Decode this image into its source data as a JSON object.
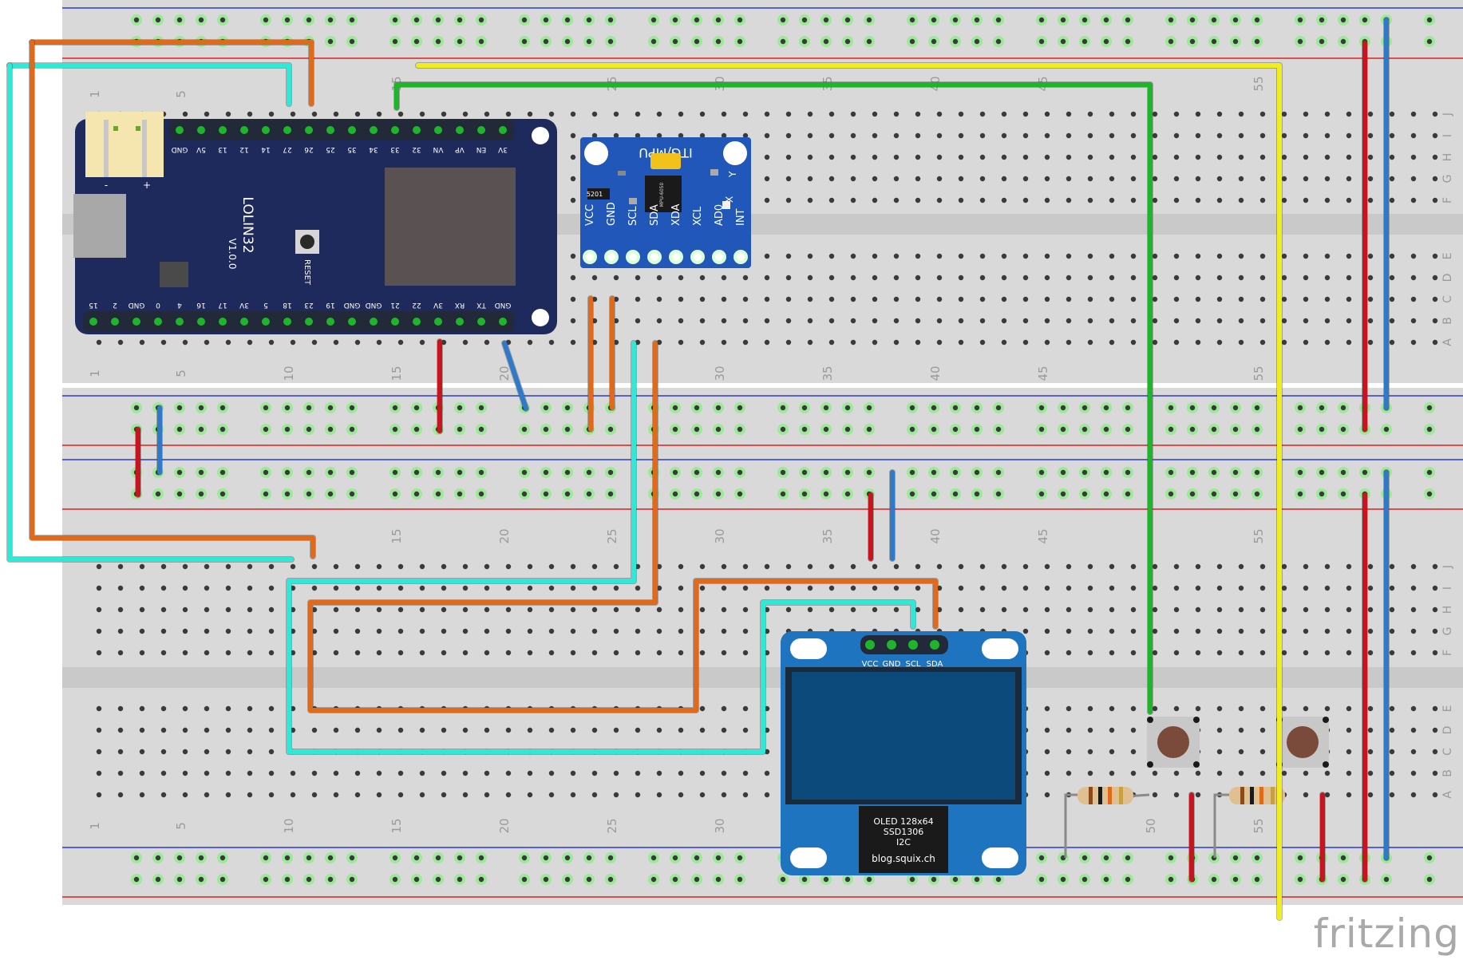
{
  "app": {
    "watermark": "fritzing"
  },
  "breadboard": {
    "column_marks_top": [
      "1",
      "5"
    ],
    "column_marks_main": [
      "10",
      "15",
      "20",
      "25",
      "30",
      "35",
      "40",
      "45",
      "50",
      "55"
    ],
    "row_letters_upper": [
      "J",
      "I",
      "H",
      "G",
      "F",
      "E",
      "D",
      "C",
      "B",
      "A"
    ],
    "row_letters_lower": [
      "J",
      "I",
      "H",
      "G",
      "F",
      "E",
      "D",
      "C",
      "B",
      "A"
    ]
  },
  "esp32": {
    "name": "LOLIN32",
    "version": "V1.0.0",
    "reset_label": "RESET",
    "battery_minus": "-",
    "battery_plus": "+",
    "top_pins": [
      "GND",
      "5V",
      "13",
      "12",
      "14",
      "27",
      "26",
      "25",
      "35",
      "34",
      "33",
      "32",
      "VN",
      "VP",
      "EN",
      "3V"
    ],
    "bottom_pins": [
      "15",
      "2",
      "GND",
      "0",
      "4",
      "16",
      "17",
      "3V",
      "5",
      "18",
      "23",
      "19",
      "GND",
      "GND",
      "21",
      "22",
      "3V",
      "RX",
      "TX",
      "GND"
    ]
  },
  "mpu": {
    "title": "ITG/MPU",
    "chip_label": "MPU-6050",
    "reg_label": "5201",
    "axis_y": "Y",
    "axis_x": "X",
    "pins": [
      "VCC",
      "GND",
      "SCL",
      "SDA",
      "XDA",
      "XCL",
      "AD0",
      "INT"
    ]
  },
  "oled": {
    "pins": [
      "VCC",
      "GND",
      "SCL",
      "SDA"
    ],
    "line1": "OLED 128x64",
    "line2": "SSD1306",
    "line3": "I2C",
    "line4": "blog.squix.ch"
  },
  "colors": {
    "red_wire": "#c8141c",
    "blue_wire": "#2f79c9",
    "cyan_wire": "#2ee8d8",
    "orange_wire": "#e06a1a",
    "yellow_wire": "#f2ee1c",
    "green_wire": "#1fb52a",
    "esp_board": "#1f2a5c",
    "mpu_board": "#2057b8",
    "oled_board": "#1f74c0"
  }
}
